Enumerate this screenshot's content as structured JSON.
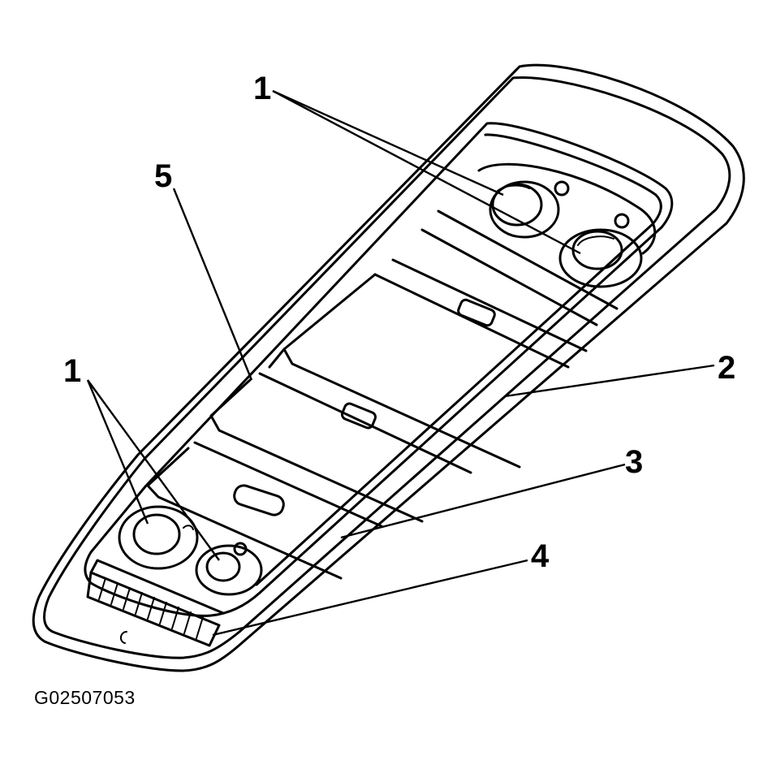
{
  "callouts": {
    "c1_top": "1",
    "c5": "5",
    "c2": "2",
    "c1_bottom": "1",
    "c3": "3",
    "c4": "4"
  },
  "figure_id": "G02507053"
}
